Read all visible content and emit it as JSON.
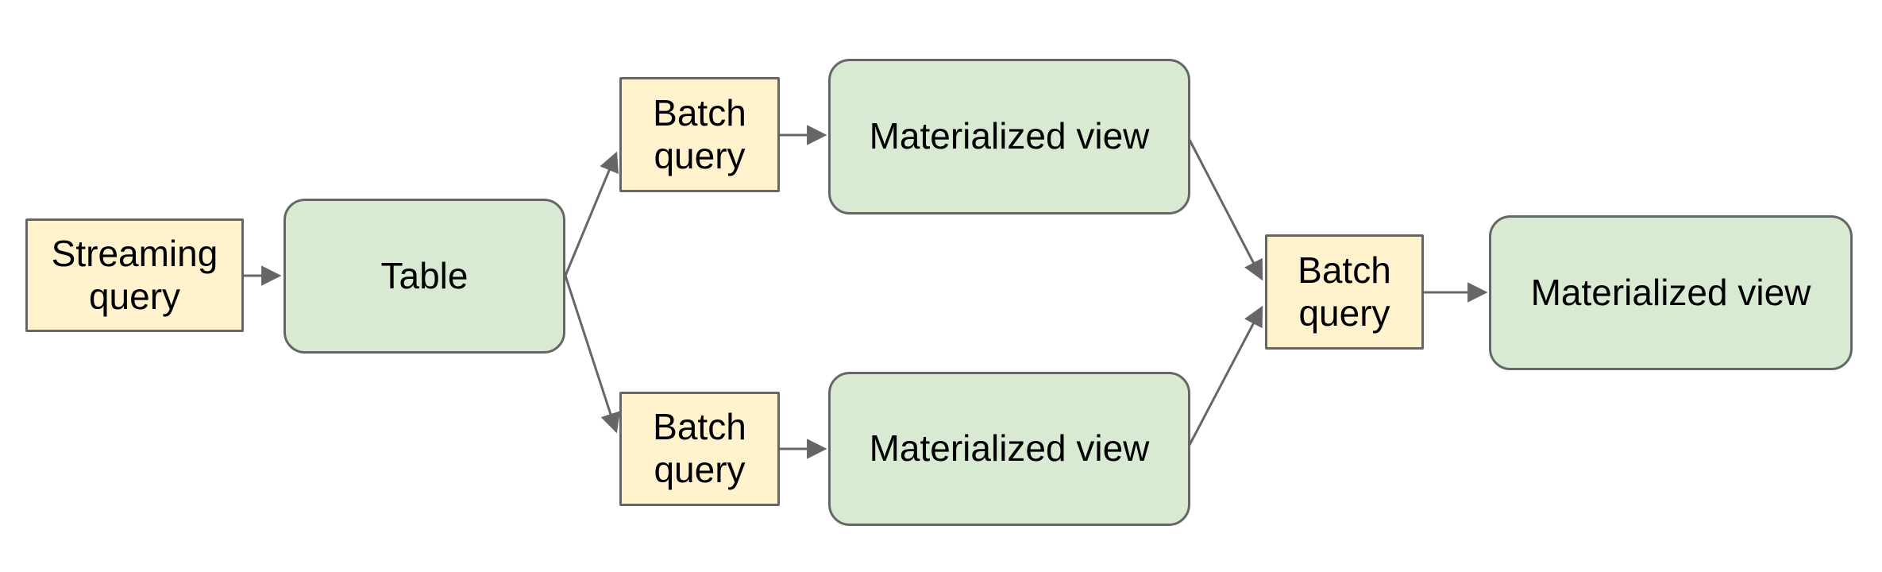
{
  "diagram": {
    "nodes": [
      {
        "id": "streaming-query",
        "label": "Streaming query",
        "kind": "query"
      },
      {
        "id": "table",
        "label": "Table",
        "kind": "store"
      },
      {
        "id": "batch-query-top",
        "label": "Batch query",
        "kind": "query"
      },
      {
        "id": "materialized-view-top",
        "label": "Materialized view",
        "kind": "store"
      },
      {
        "id": "batch-query-bottom",
        "label": "Batch query",
        "kind": "query"
      },
      {
        "id": "materialized-view-bottom",
        "label": "Materialized view",
        "kind": "store"
      },
      {
        "id": "batch-query-right",
        "label": "Batch query",
        "kind": "query"
      },
      {
        "id": "materialized-view-final",
        "label": "Materialized view",
        "kind": "store"
      }
    ],
    "edges": [
      {
        "from": "streaming-query",
        "to": "table"
      },
      {
        "from": "table",
        "to": "batch-query-top"
      },
      {
        "from": "table",
        "to": "batch-query-bottom"
      },
      {
        "from": "batch-query-top",
        "to": "materialized-view-top"
      },
      {
        "from": "batch-query-bottom",
        "to": "materialized-view-bottom"
      },
      {
        "from": "materialized-view-top",
        "to": "batch-query-right"
      },
      {
        "from": "materialized-view-bottom",
        "to": "batch-query-right"
      },
      {
        "from": "batch-query-right",
        "to": "materialized-view-final"
      }
    ],
    "colors": {
      "query_fill": "#FFF2CC",
      "store_fill": "#D9EAD3",
      "stroke": "#666666",
      "text": "#000000",
      "background": "#FFFFFF"
    }
  }
}
